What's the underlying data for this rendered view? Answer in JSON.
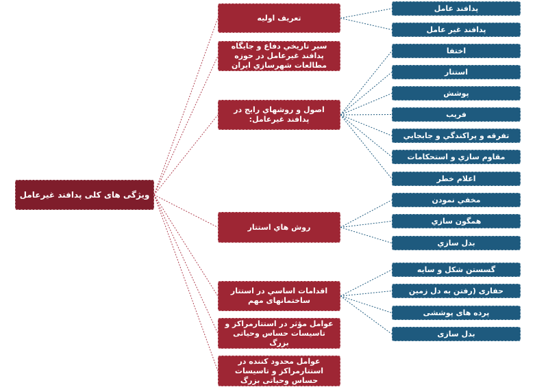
{
  "root": {
    "label": "ویژگی های کلی پدافند غیرعامل"
  },
  "topics": [
    {
      "label": "تعریف اولیه",
      "children": [
        "پدافند عامل",
        "پدافند غیر عامل"
      ]
    },
    {
      "label": "سیر تاریخي دفاع و جایگاه پدافند غیرعامل در حوزه مطالعات شهرسازي ایران",
      "children": []
    },
    {
      "label": "اصول و روشهاي رایج در پدافند غیرعامل:",
      "children": [
        "اختفا",
        "استتار",
        "پوشش",
        "فریب",
        "تفرقه و پراكندگي و جابجایي",
        "مقاوم سازي و استحكامات",
        "اعلام خطر"
      ]
    },
    {
      "label": "روش هاي استتار",
      "children": [
        "مخفي نمودن",
        "همگون سازي",
        "بدل سازي"
      ]
    },
    {
      "label": "اقدامات اساسي در استتار ساختمانهای مهم",
      "children": [
        "گسستن شكل و سایه",
        "حفاری (رفتن به دل زمین",
        "پرده های پوششی",
        "بدل سازی"
      ]
    },
    {
      "label": "عوامل مؤثر در استتارمراكز و تاسیسات حساس وحیاتی بزرگ",
      "children": []
    },
    {
      "label": "عوامل محدود کننده در استتارمراكز و تاسیسات حساس وحیاتی بزرگ",
      "children": []
    }
  ],
  "colors": {
    "root": "#7f1d2b",
    "topic": "#9e2634",
    "leaf": "#1e5a7e",
    "topic_line": "#b04050",
    "leaf_line": "#1e5a7e"
  }
}
